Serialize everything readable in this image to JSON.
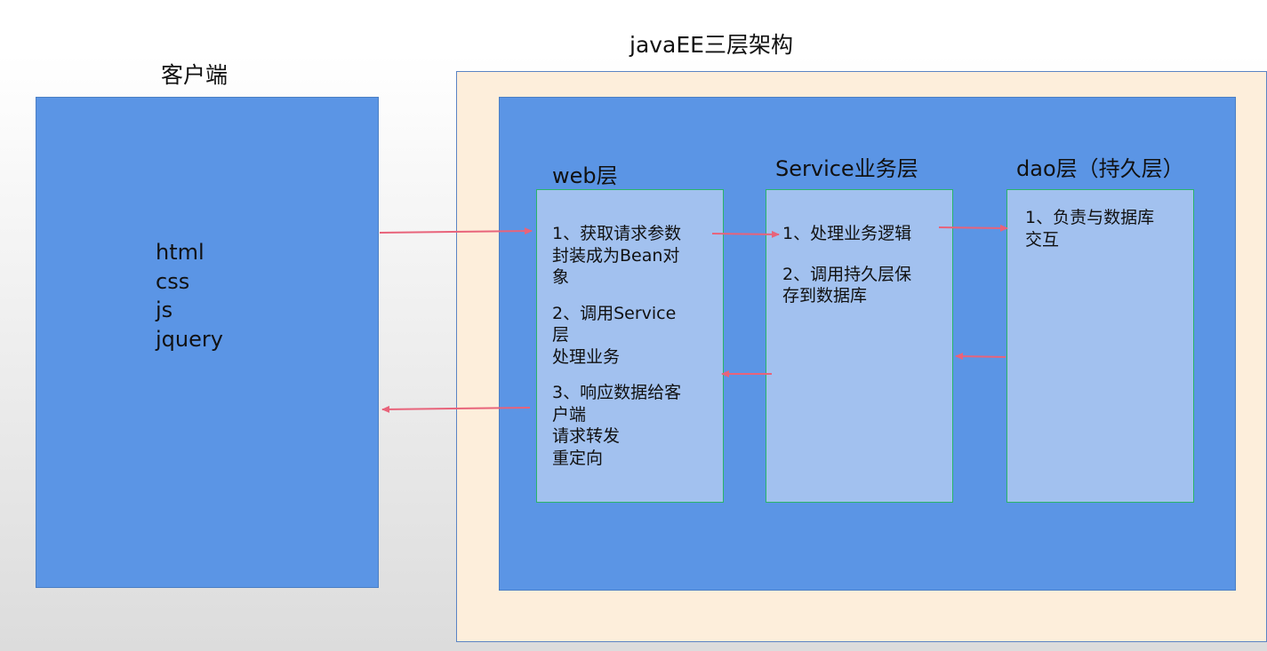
{
  "diagram_title": "javaEE三层架构",
  "client": {
    "title": "客户端",
    "techs": [
      "html",
      "css",
      "js",
      "jquery"
    ]
  },
  "web_layer": {
    "title": "web层",
    "lines": [
      "1、获取请求参数",
      "封装成为Bean对",
      "象",
      "",
      "2、调用Service",
      "层",
      "处理业务",
      "",
      "3、响应数据给客",
      "户端",
      "请求转发",
      "重定向"
    ]
  },
  "service_layer": {
    "title": "Service业务层",
    "lines": [
      "1、处理业务逻辑",
      "",
      "2、调用持久层保",
      "存到数据库"
    ]
  },
  "dao_layer": {
    "title": "dao层（持久层）",
    "lines": [
      "1、负责与数据库",
      "交互"
    ]
  },
  "colors": {
    "box_blue": "#5b95e5",
    "layer_fill": "#a2c1ef",
    "layer_border": "#2bb56a",
    "frame_fill": "#fdeedb",
    "arrow": "#e8637a"
  }
}
